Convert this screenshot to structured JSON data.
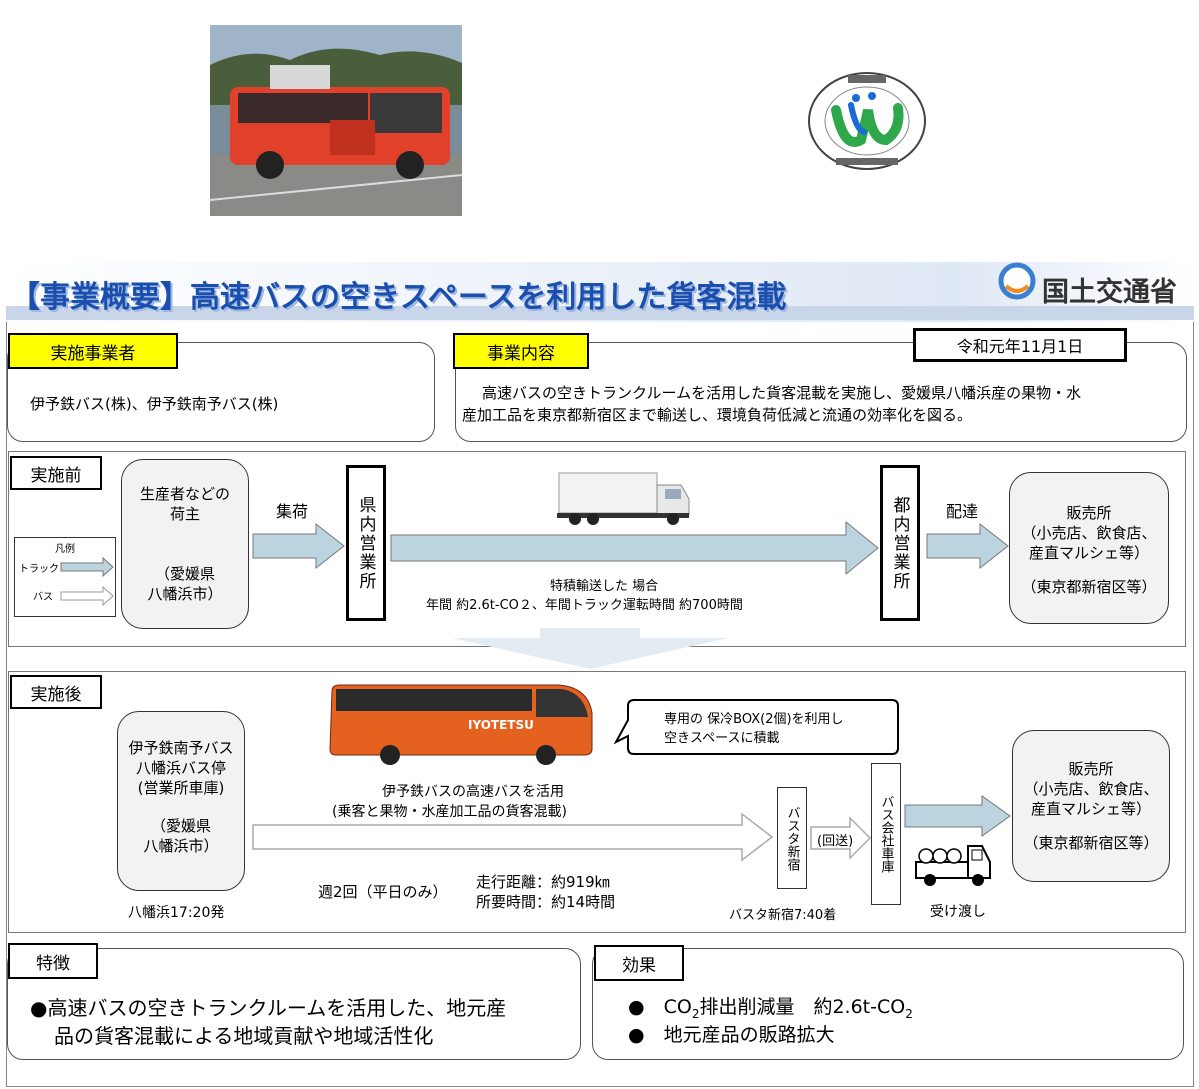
{
  "title": {
    "main": "【事業概要】高速バスの空きスペースを利用した貨客混載",
    "ministry": "国土交通省"
  },
  "operator": {
    "tag": "実施事業者",
    "text": "伊予鉄バス(株)、伊予鉄南予バス(株)"
  },
  "business": {
    "tag": "事業内容",
    "date": "令和元年11月1日",
    "text_line1": "高速バスの空きトランクルームを活用した貨客混載を実施し、愛媛県八幡浜産の果物・水",
    "text_line2": "産加工品を東京都新宿区まで輸送し、環境負荷低減と流通の効率化を図る。"
  },
  "before": {
    "tag": "実施前",
    "legend_title": "凡例",
    "legend_truck": "トラック",
    "legend_bus": "バス",
    "shipper_line1": "生産者などの",
    "shipper_line2": "荷主",
    "shipper_line3": "（愛媛県",
    "shipper_line4": "八幡浜市）",
    "collect": "集荷",
    "pref_office": "県内営業所",
    "metro_office": "都内営業所",
    "deliver": "配達",
    "note_line1": "特積輸送した 場合",
    "note_line2": "年間 約2.6t-CO２、年間トラック運転時間 約700時間",
    "shop_line1": "販売所",
    "shop_line2": "（小売店、飲食店、",
    "shop_line3": "産直マルシェ等）",
    "shop_line4": "（東京都新宿区等）"
  },
  "after": {
    "tag": "実施後",
    "stop_line1": "伊予鉄南予バス",
    "stop_line2": "八幡浜バス停",
    "stop_line3": "(営業所車庫)",
    "stop_line4": "（愛媛県",
    "stop_line5": "八幡浜市）",
    "depart": "八幡浜17:20発",
    "bus_caption1": "伊予鉄バスの高速バスを活用",
    "bus_caption2": "(乗客と果物・水産加工品の貨客混載)",
    "bus_brand": "IYOTETSU",
    "bubble_line1": "専用の 保冷BOX(2個)を利用し",
    "bubble_line2": "空きスペースに積載",
    "freq": "週2回（平日のみ）",
    "dist_line1": "走行距離：約919㎞",
    "dist_line2": "所要時間：約14時間",
    "basta": "バスタ新宿",
    "arrive": "バスタ新宿7:40着",
    "return": "(回送)",
    "garage": "バス会社車庫",
    "handover": "受け渡し",
    "shop_line1": "販売所",
    "shop_line2": "（小売店、飲食店、",
    "shop_line3": "産直マルシェ等）",
    "shop_line4": "（東京都新宿区等）"
  },
  "features": {
    "tag": "特徴",
    "line1": "●高速バスの空きトランクルームを活用した、地元産",
    "line2": "品の貨客混載による地域貢献や地域活性化"
  },
  "effects": {
    "tag": "効果",
    "item1_a": "●　CO",
    "item1_sub": "2",
    "item1_b": "排出削減量　約2.6t-CO",
    "item1_sub2": "2",
    "item2": "●　地元産品の販路拡大"
  },
  "colors": {
    "title_blue": "#1a4fb0",
    "tag_yellow": "#ffff00",
    "arrow_blue": "#bcd3e0",
    "bus_orange": "#e5611f"
  }
}
